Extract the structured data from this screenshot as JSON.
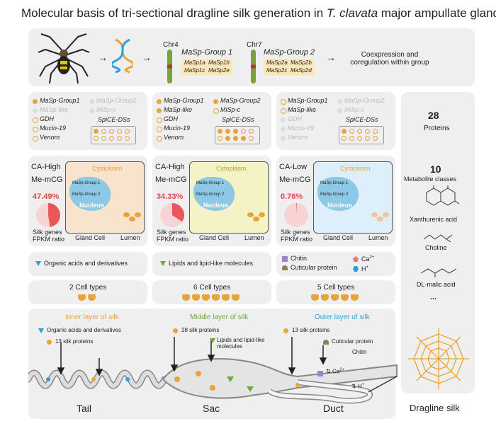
{
  "title": {
    "prefix": "Molecular basis of tri-sectional dragline silk generation in ",
    "species": "T. clavata",
    "suffix": " major ampullate gland"
  },
  "top": {
    "chr4": "Chr4",
    "chr7": "Chr7",
    "group1_title": "MaSp-Group 1",
    "group2_title": "MaSp-Group 2",
    "group1_genes": [
      "MaSp1a",
      "MaSp1b",
      "MaSp1c",
      "MaSp2e"
    ],
    "group2_genes": [
      "MaSp2a",
      "MaSp2b",
      "MaSp2c",
      "MaSp2d"
    ],
    "coexpression": "Coexpression and coregulation within group"
  },
  "legend_labels": {
    "masp1": "MaSp-Group1",
    "masp2": "MaSp-Group2",
    "masp_like": "MaSp-like",
    "misp": "MiSp-c",
    "gdh": "GDH",
    "mucin": "Mucin-19",
    "venom": "Venom",
    "spice": "SpiCE-DSs"
  },
  "stats": {
    "proteins_count": "28",
    "proteins_label": "Proteins",
    "metabolite_count": "10",
    "metabolite_label": "Metabolite classes",
    "metabolites": [
      "Xanthurenic acid",
      "Choline",
      "DL-malic acid"
    ],
    "ellipsis": "..."
  },
  "sections": [
    {
      "ca": "CA-High",
      "me": "Me-mCG",
      "pct": "47.49%",
      "pct_value": 47.49,
      "cytoplasm": "Cytoplasm",
      "nucleus": "Nucleus",
      "g1": "MaSp-Group 1",
      "g2": "MaSp-Group 2",
      "silk_label_1": "Silk genes",
      "silk_label_2": "FPKM ratio",
      "gland": "Gland Cell",
      "lumen": "Lumen",
      "metabolite": "Organic acids and derivatives",
      "cell_types": "2 Cell types",
      "layer": "Inner layer of silk",
      "n_proteins": "13 silk proteins",
      "section_name": "Tail"
    },
    {
      "ca": "CA-High",
      "me": "Me-mCG",
      "pct": "34.33%",
      "pct_value": 34.33,
      "cytoplasm": "Cytoplasm",
      "nucleus": "Nucleus",
      "g1": "MaSp-Group 1",
      "g2": "MaSp-Group 2",
      "silk_label_1": "Silk genes",
      "silk_label_2": "FPKM ratio",
      "gland": "Gland Cell",
      "lumen": "Lumen",
      "metabolite": "Lipids and lipid-like molecules",
      "cell_types": "6 Cell types",
      "layer": "Middle layer of silk",
      "n_proteins": "28 silk proteins",
      "section_name": "Sac"
    },
    {
      "ca": "CA-Low",
      "me": "Me-mCG",
      "pct": "0.76%",
      "pct_value": 0.76,
      "cytoplasm": "Cytoplasm",
      "nucleus": "Nucleus",
      "g1": "MaSp-Group 1",
      "g2": "MaSp-Group 2",
      "silk_label_1": "Silk genes",
      "silk_label_2": "FPKM ratio",
      "gland": "Gland Cell",
      "lumen": "Lumen",
      "cell_types": "5 Cell types",
      "layer": "Outer layer of silk",
      "n_proteins": "13 silk proteins",
      "section_name": "Duct"
    }
  ],
  "duct_legend": {
    "chitin": "Chitin",
    "cuticular": "Cuticular protein",
    "ca": "Ca",
    "ca_sup": "2+",
    "h": "H",
    "h_sup": "+"
  },
  "tail_annot": "Organic acids and derivatives",
  "sac_annot": "Lipids and lipid-like molecules",
  "duct_annot_cuticular": "Cuticular protein",
  "duct_annot_chitin": "Chitin",
  "duct_ca": "Ca",
  "duct_h": "H",
  "final_label": "Dragline silk",
  "colors": {
    "orange": "#e8a33a",
    "blue": "#2e9fd8",
    "green": "#6ca83b",
    "red": "#e0474a",
    "cyto1": "#f8e4cc",
    "cyto2": "#f3f3c6",
    "cyto3": "#dceffa",
    "nucleus": "#8dc8e6"
  }
}
